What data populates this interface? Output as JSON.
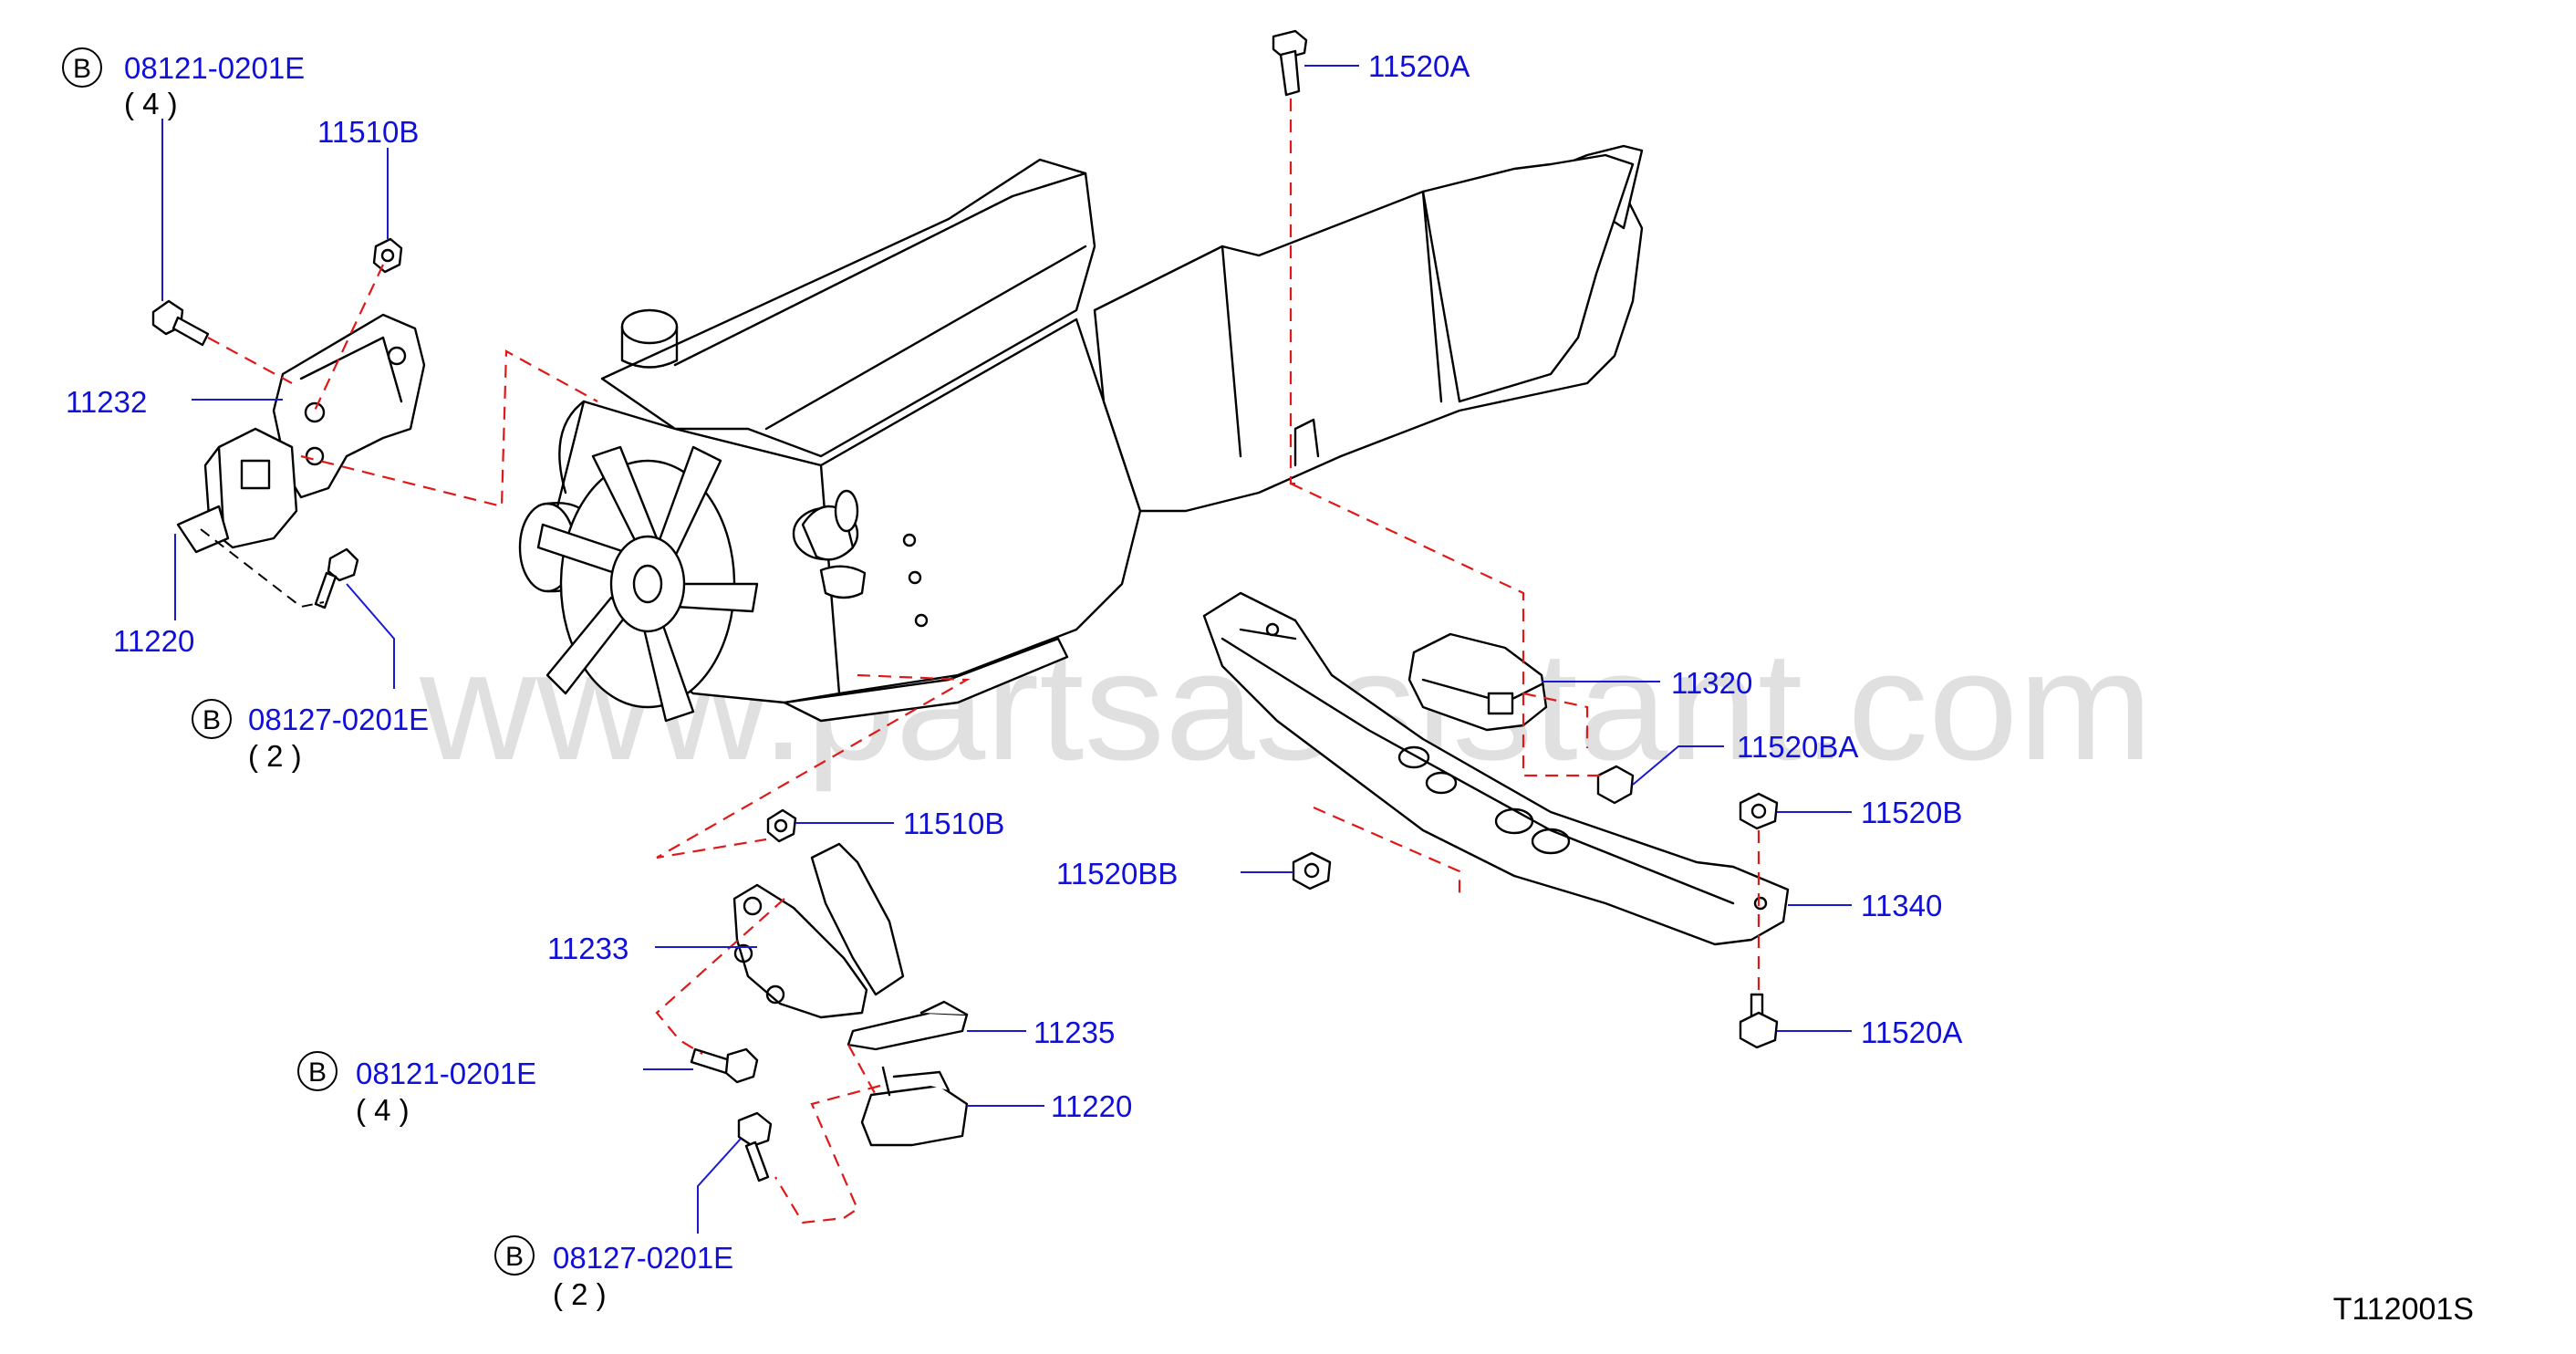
{
  "watermark": "www.partsassistant.com",
  "diagram_code": "T112001S",
  "circle_letter": "B",
  "callouts": {
    "bolt_top_left": {
      "part": "08121-0201E",
      "qty": "( 4 )"
    },
    "nut_top_left": {
      "part": "11510B"
    },
    "bracket_left": {
      "part": "11232"
    },
    "insulator_left": {
      "part": "11220"
    },
    "bolt_mid_left": {
      "part": "08127-0201E",
      "qty": "( 2 )"
    },
    "bolt_top_center": {
      "part": "11520A"
    },
    "rear_insulator": {
      "part": "11320"
    },
    "nut_11520BA": {
      "part": "11520BA"
    },
    "nut_11520B": {
      "part": "11520B"
    },
    "nut_11520BB": {
      "part": "11520BB"
    },
    "crossmember": {
      "part": "11340"
    },
    "bolt_bottom_right": {
      "part": "11520A"
    },
    "nut_lower": {
      "part": "11510B"
    },
    "bracket_right": {
      "part": "11233"
    },
    "stopper": {
      "part": "11235"
    },
    "insulator_right": {
      "part": "11220"
    },
    "bolt_lower_left": {
      "part": "08121-0201E",
      "qty": "( 4 )"
    },
    "bolt_bottom": {
      "part": "08127-0201E",
      "qty": "( 2 )"
    }
  }
}
